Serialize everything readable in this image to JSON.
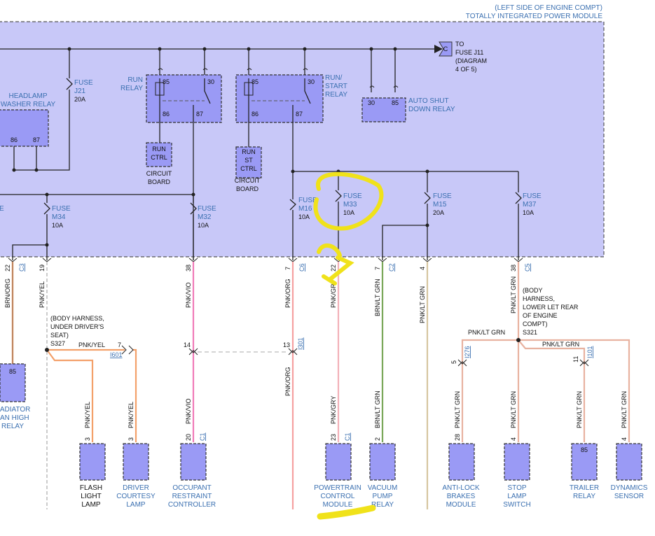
{
  "module": {
    "location": "(LEFT SIDE OF ENGINE COMPT)",
    "name": "TOTALLY INTEGRATED POWER MODULE"
  },
  "to_fuse": {
    "connector": "C",
    "lines": [
      "TO",
      "FUSE J11",
      "(DIAGRAM",
      "4 OF 5)"
    ]
  },
  "headlamp_relay": {
    "lines": [
      "HEADLAMP",
      "WASHER RELAY"
    ],
    "pins": [
      "86",
      "87"
    ]
  },
  "fuse_j21": {
    "lines": [
      "FUSE",
      "J21"
    ],
    "rating": "20A"
  },
  "run_relay": {
    "lines": [
      "RUN",
      "RELAY"
    ],
    "pins": [
      "85",
      "30",
      "86",
      "87"
    ],
    "ctrl": [
      "RUN",
      "CTRL"
    ],
    "board": [
      "CIRCUIT",
      "BOARD"
    ]
  },
  "run_start_relay": {
    "lines": [
      "RUN/",
      "START",
      "RELAY"
    ],
    "pins": [
      "85",
      "30",
      "86",
      "87"
    ],
    "ctrl": [
      "RUN",
      "ST",
      "CTRL"
    ],
    "board": [
      "CIRCUIT",
      "BOARD"
    ]
  },
  "asd_relay": {
    "lines": [
      "AUTO SHUT",
      "DOWN RELAY"
    ],
    "pins": [
      "30",
      "85"
    ]
  },
  "fuses": [
    {
      "id": "m34",
      "lines": [
        "FUSE",
        "M34"
      ],
      "rating": "10A"
    },
    {
      "id": "m32",
      "lines": [
        "FUSE",
        "M32"
      ],
      "rating": "10A"
    },
    {
      "id": "m16",
      "lines": [
        "FUSE",
        "M16"
      ],
      "rating": "10A"
    },
    {
      "id": "m33",
      "lines": [
        "FUSE",
        "M33"
      ],
      "rating": "10A"
    },
    {
      "id": "m15",
      "lines": [
        "FUSE",
        "M15"
      ],
      "rating": "20A"
    },
    {
      "id": "m37",
      "lines": [
        "FUSE",
        "M37"
      ],
      "rating": "10A"
    }
  ],
  "fuse_partial": "E",
  "connectors": {
    "p22_c3": {
      "pin": "22",
      "conn": "C3",
      "wire": "BRN/ORG"
    },
    "p19": {
      "pin": "19",
      "wire": "PNK/YEL"
    },
    "p38_c5a": {
      "pin": "38",
      "wire": "PNK/VIO"
    },
    "p7_c6": {
      "pin": "7",
      "conn": "C6",
      "wire": "PNK/ORG"
    },
    "p22": {
      "pin": "22",
      "wire": "PNK/GRY"
    },
    "p7_c2": {
      "pin": "7",
      "conn": "C2",
      "wire": "BRN/LT GRN"
    },
    "p4": {
      "pin": "4",
      "wire": "PNK/LT GRN"
    },
    "p38_c5b": {
      "pin": "38",
      "conn": "C5",
      "wire": "PNK/LT GRN"
    }
  },
  "splice_s327": {
    "lines": [
      "(BODY HARNESS,",
      "UNDER DRIVER'S",
      "SEAT)",
      "S327"
    ],
    "wire": "PNK/YEL",
    "pin": "7",
    "conn": "I601"
  },
  "splice_s321": {
    "lines": [
      "(BODY",
      "HARNESS,",
      "LOWER LET REAR",
      "OF ENGINE",
      "COMPT)",
      "S321"
    ],
    "wire_left": "PNK/LT GRN",
    "wire_right": "PNK/LT GRN"
  },
  "inline_14": {
    "pin": "14"
  },
  "inline_13": {
    "pin": "13",
    "conn": "I301",
    "wire": "PNK/ORG"
  },
  "loads": [
    {
      "id": "radiator",
      "pin": "85",
      "lines": [
        "RADIATOR",
        "FAN HIGH",
        "RELAY"
      ]
    },
    {
      "id": "flash",
      "pin": "3",
      "wire": "PNK/YEL",
      "lines": [
        "FLASH",
        "LIGHT",
        "LAMP"
      ]
    },
    {
      "id": "courtesy",
      "pin": "3",
      "wire": "PNK/YEL",
      "lines": [
        "DRIVER",
        "COURTESY",
        "LAMP"
      ]
    },
    {
      "id": "occupant",
      "pin": "20",
      "conn": "C1",
      "wire": "PNK/VIO",
      "lines": [
        "OCCUPANT",
        "RESTRAINT",
        "CONTROLLER"
      ]
    },
    {
      "id": "pcm",
      "pin": "23",
      "conn": "C1",
      "wire": "PNK/GRY",
      "lines": [
        "POWERTRAIN",
        "CONTROL",
        "MODULE"
      ]
    },
    {
      "id": "vacuum",
      "pin": "2",
      "wire": "BRN/LT GRN",
      "lines": [
        "VACUUM",
        "PUMP",
        "RELAY"
      ]
    },
    {
      "id": "abs",
      "pin": "28",
      "wire": "PNK/LT GRN",
      "lines": [
        "ANTI-LOCK",
        "BRAKES",
        "MODULE"
      ]
    },
    {
      "id": "stop",
      "pin": "4",
      "wire": "PNK/LT GRN",
      "lines": [
        "STOP",
        "LAMP",
        "SWITCH"
      ]
    },
    {
      "id": "trailer",
      "pin": "85",
      "wire": "PNK/LT GRN",
      "lines": [
        "TRAILER",
        "RELAY"
      ]
    },
    {
      "id": "dynamics",
      "pin": "4",
      "wire": "PNK/LT GRN",
      "lines": [
        "DYNAMICS",
        "SENSOR"
      ]
    }
  ],
  "abs_inline": {
    "pin": "5",
    "conn": "I276"
  },
  "trailer_inline": {
    "pin": "11",
    "conn": "I101"
  },
  "colors": {
    "module_fill": "#c8c8f8",
    "component_fill": "#9a9af5",
    "label_blue": "#3a6fb0",
    "highlight": "#f0e21a",
    "wire_pink": "#f07ab8",
    "wire_orange": "#f3a06a",
    "wire_green": "#7aa85a"
  }
}
